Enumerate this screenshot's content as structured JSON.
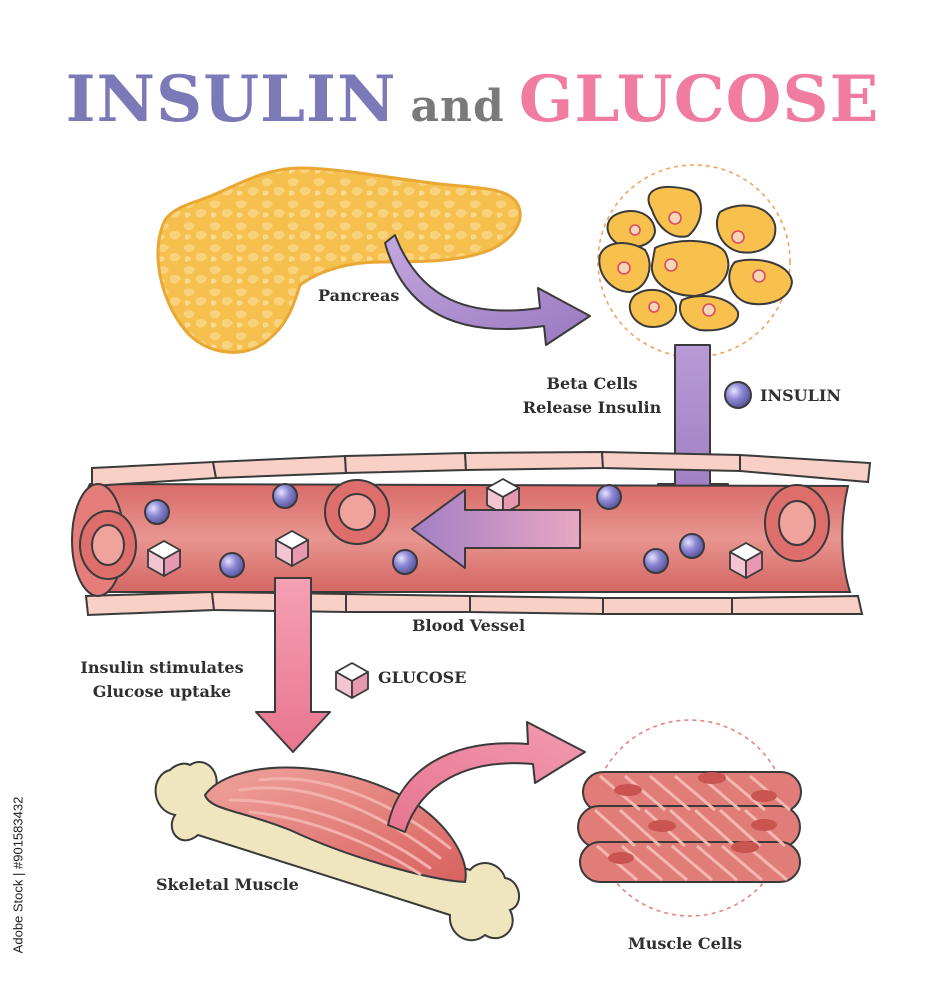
{
  "title": {
    "insulin": "INSULIN",
    "and": "and",
    "glucose": "GLUCOSE"
  },
  "colors": {
    "insulin_title": "#7b79b8",
    "and_title": "#7a7a7a",
    "glucose_title": "#f07ca0",
    "pancreas": "#f6c04e",
    "beta_cell": "#f8c14d",
    "vessel": "#dd7c78",
    "vessel_wall": "#f6c6bd",
    "insulin_arrow": "#a988c7",
    "glucose_arrow": "#ec7a96",
    "bone": "#efe5be",
    "muscle": "#e27b78"
  },
  "labels": {
    "pancreas": "Pancreas",
    "beta_cells_line1": "Beta Cells",
    "beta_cells_line2": "Release Insulin",
    "insulin_legend": "INSULIN",
    "blood_vessel": "Blood Vessel",
    "stimulates_line1": "Insulin stimulates",
    "stimulates_line2": "Glucose uptake",
    "glucose_legend": "GLUCOSE",
    "skeletal_muscle": "Skeletal Muscle",
    "muscle_cells": "Muscle Cells"
  },
  "stock_id": "Adobe Stock | #901583432"
}
